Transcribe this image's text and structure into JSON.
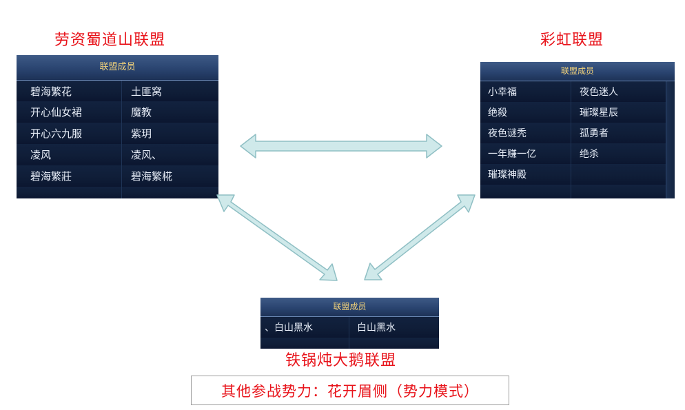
{
  "alliances": {
    "left": {
      "title": "劳资蜀道山联盟",
      "header": "联盟成员",
      "rows": [
        [
          "碧海繁花",
          "土匪窝"
        ],
        [
          "开心仙女裙",
          "魔教"
        ],
        [
          "开心六九服",
          "紫玥"
        ],
        [
          "凌风",
          "凌风、"
        ],
        [
          "碧海繁莊",
          "碧海繁椛"
        ]
      ]
    },
    "right": {
      "title": "彩虹联盟",
      "header": "联盟成员",
      "rows": [
        [
          "小幸福",
          "夜色迷人"
        ],
        [
          "绝殺",
          "璀璨星辰"
        ],
        [
          "夜色谜秃",
          "孤勇者"
        ],
        [
          "一年赚一亿",
          "绝杀"
        ],
        [
          "璀璨神殿",
          ""
        ]
      ]
    },
    "bottom": {
      "title": "铁锅炖大鹅联盟",
      "header": "联盟成员",
      "rows": [
        [
          "、白山黑水",
          "白山黑水"
        ]
      ]
    }
  },
  "legend": "其他参战势力：花开眉侧（势力模式）",
  "colors": {
    "title_red": "#e8141b",
    "arrow_fill": "#cfe9ea",
    "arrow_stroke": "#8fbfc4",
    "header_text": "#f2d27a"
  }
}
